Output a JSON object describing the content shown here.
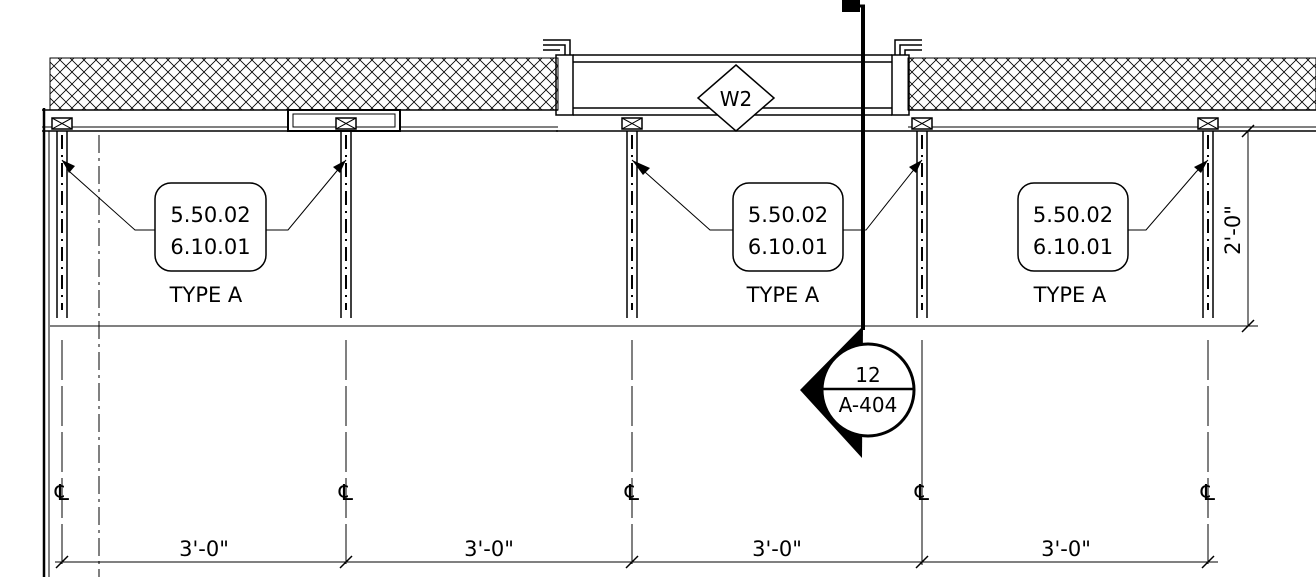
{
  "window_tag": {
    "label": "W2"
  },
  "section_marker": {
    "detail": "12",
    "sheet": "A-404"
  },
  "callouts": [
    {
      "line1": "5.50.02",
      "line2": "6.10.01",
      "type_label": "TYPE A"
    },
    {
      "line1": "5.50.02",
      "line2": "6.10.01",
      "type_label": "TYPE A"
    },
    {
      "line1": "5.50.02",
      "line2": "6.10.01",
      "type_label": "TYPE A"
    }
  ],
  "vertical_dimension": {
    "label": "2'-0\""
  },
  "spacing_dimensions": [
    {
      "label": "3'-0\""
    },
    {
      "label": "3'-0\""
    },
    {
      "label": "3'-0\""
    },
    {
      "label": "3'-0\""
    }
  ],
  "centerline_symbol": "℄",
  "colors": {
    "line": "#000000",
    "background": "#ffffff"
  }
}
